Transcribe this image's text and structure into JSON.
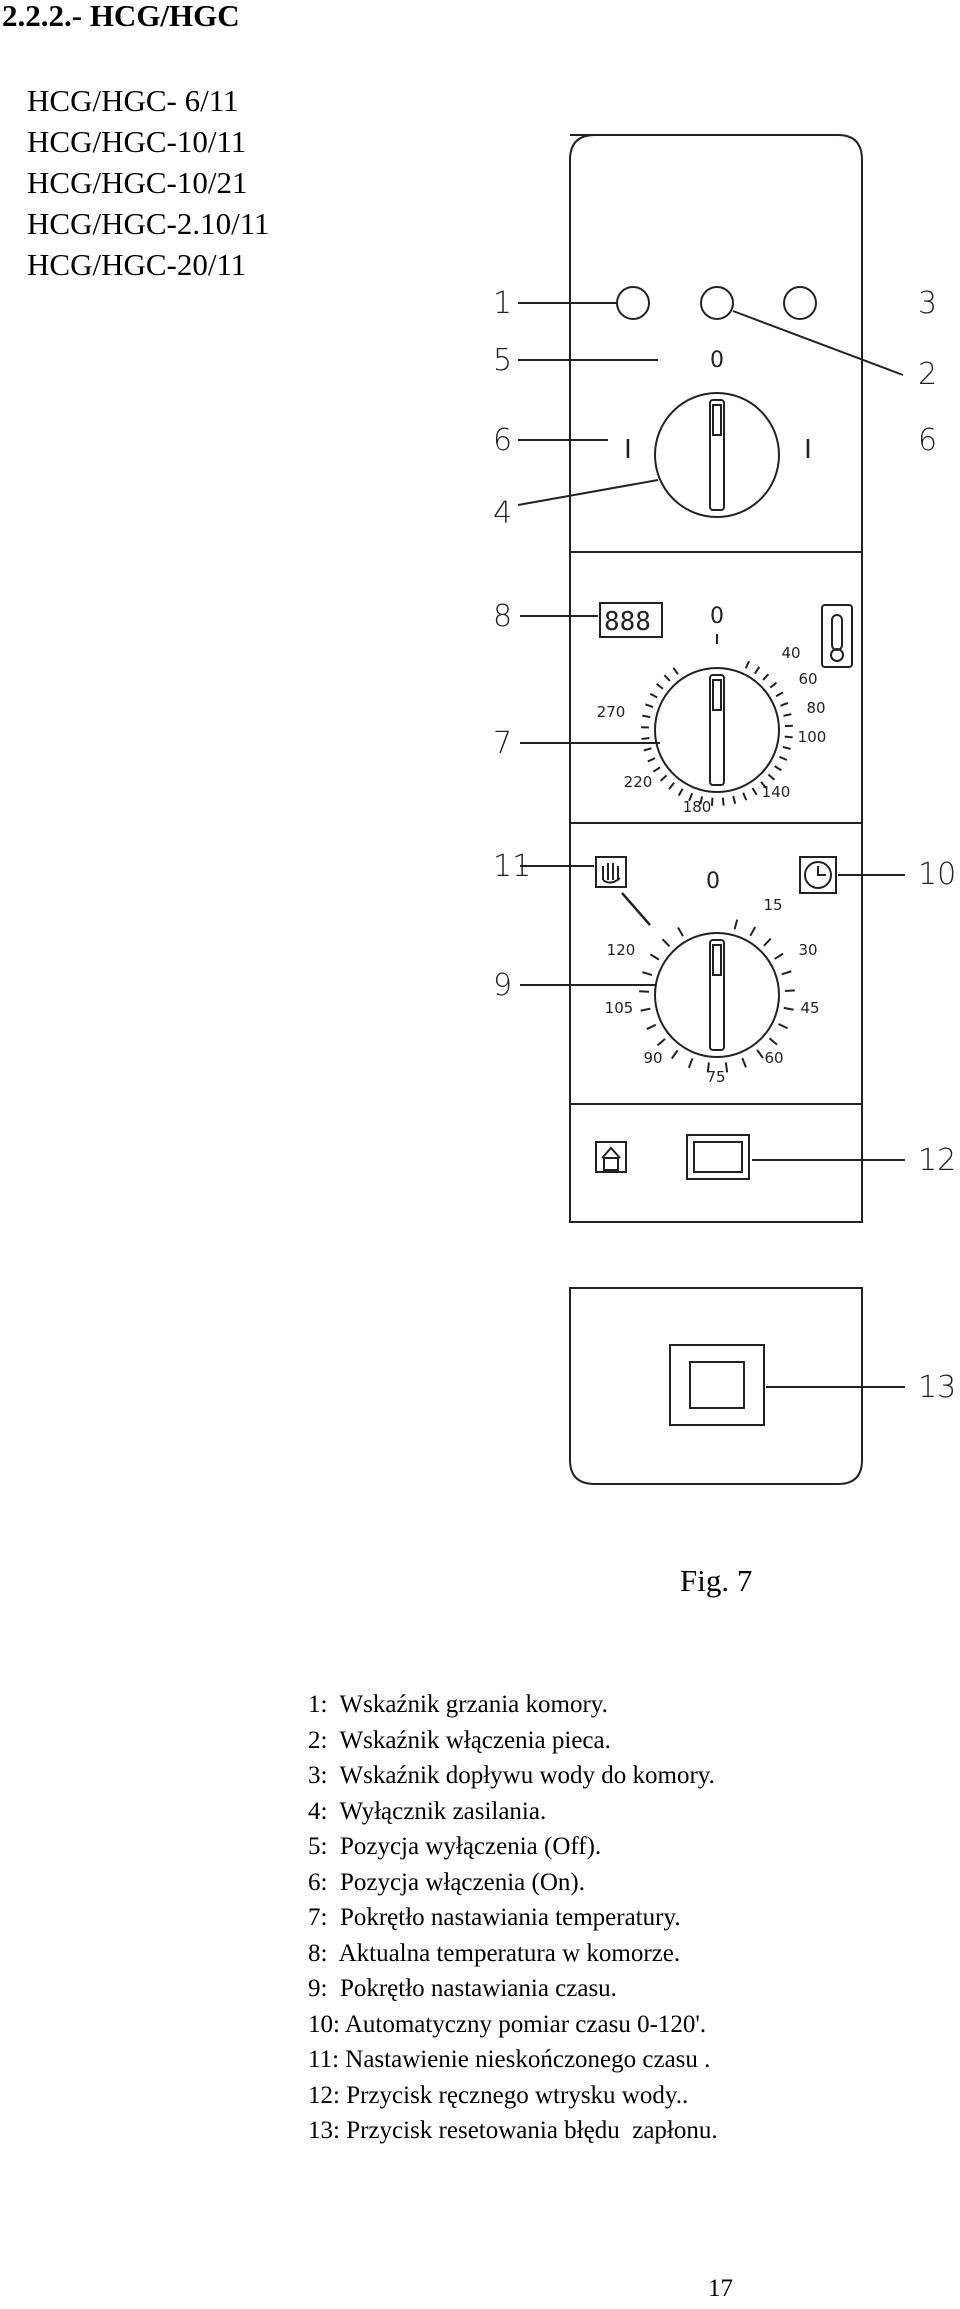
{
  "section_heading": "2.2.2.- HCG/HGC",
  "models": [
    "HCG/HGC- 6/11",
    "HCG/HGC-10/11",
    "HCG/HGC-10/21",
    "HCG/HGC-2.10/11",
    "HCG/HGC-20/11"
  ],
  "figure": {
    "caption": "Fig. 7",
    "callouts": [
      "1",
      "2",
      "3",
      "4",
      "5",
      "6",
      "6",
      "7",
      "8",
      "9",
      "10",
      "11",
      "12",
      "13"
    ],
    "switch_labels": {
      "off": "0",
      "on_left": "I",
      "on_right": "I"
    },
    "temp_display": "888",
    "temp_scale": [
      "0",
      "40",
      "60",
      "80",
      "100",
      "140",
      "180",
      "220",
      "270"
    ],
    "time_scale": [
      "0",
      "15",
      "30",
      "45",
      "60",
      "75",
      "90",
      "105",
      "120"
    ],
    "icons": [
      "thermometer-icon",
      "hand-icon",
      "clock-icon",
      "water-spray-icon"
    ]
  },
  "legend": [
    "1:  Wskaźnik grzania komory.",
    "2:  Wskaźnik włączenia pieca.",
    "3:  Wskaźnik dopływu wody do komory.",
    "4:  Wyłącznik zasilania.",
    "5:  Pozycja wyłączenia (Off).",
    "6:  Pozycja włączenia (On).",
    "7:  Pokrętło nastawiania temperatury.",
    "8:  Aktualna temperatura w komorze.",
    "9:  Pokrętło nastawiania czasu.",
    "10: Automatyczny pomiar czasu 0-120'.",
    "11: Nastawienie nieskończonego czasu .",
    "12: Przycisk ręcznego wtrysku wody..",
    "13: Przycisk resetowania błędu  zapłonu."
  ],
  "page_number": "17"
}
